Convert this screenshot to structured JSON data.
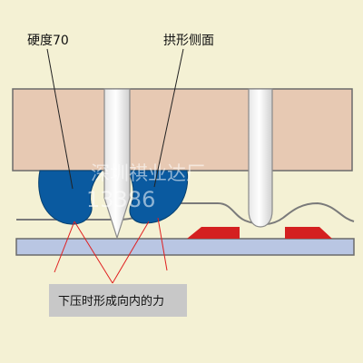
{
  "labels": {
    "hardness": "硬度70",
    "arch_side": "拱形侧面",
    "force": "下压时形成向内的力"
  },
  "watermark": {
    "line1": "深圳祺业达厂",
    "line2": "13386"
  },
  "colors": {
    "background": "#f4f1d4",
    "plate": "#e7c9b3",
    "plate_border": "#6b6b6b",
    "seal": "#0a5aa0",
    "base": "#b9c6e3",
    "red_marker": "#d42020",
    "pin": "#ffffff",
    "leader_line": "#e02020",
    "label_box": "#c8c8c8"
  }
}
